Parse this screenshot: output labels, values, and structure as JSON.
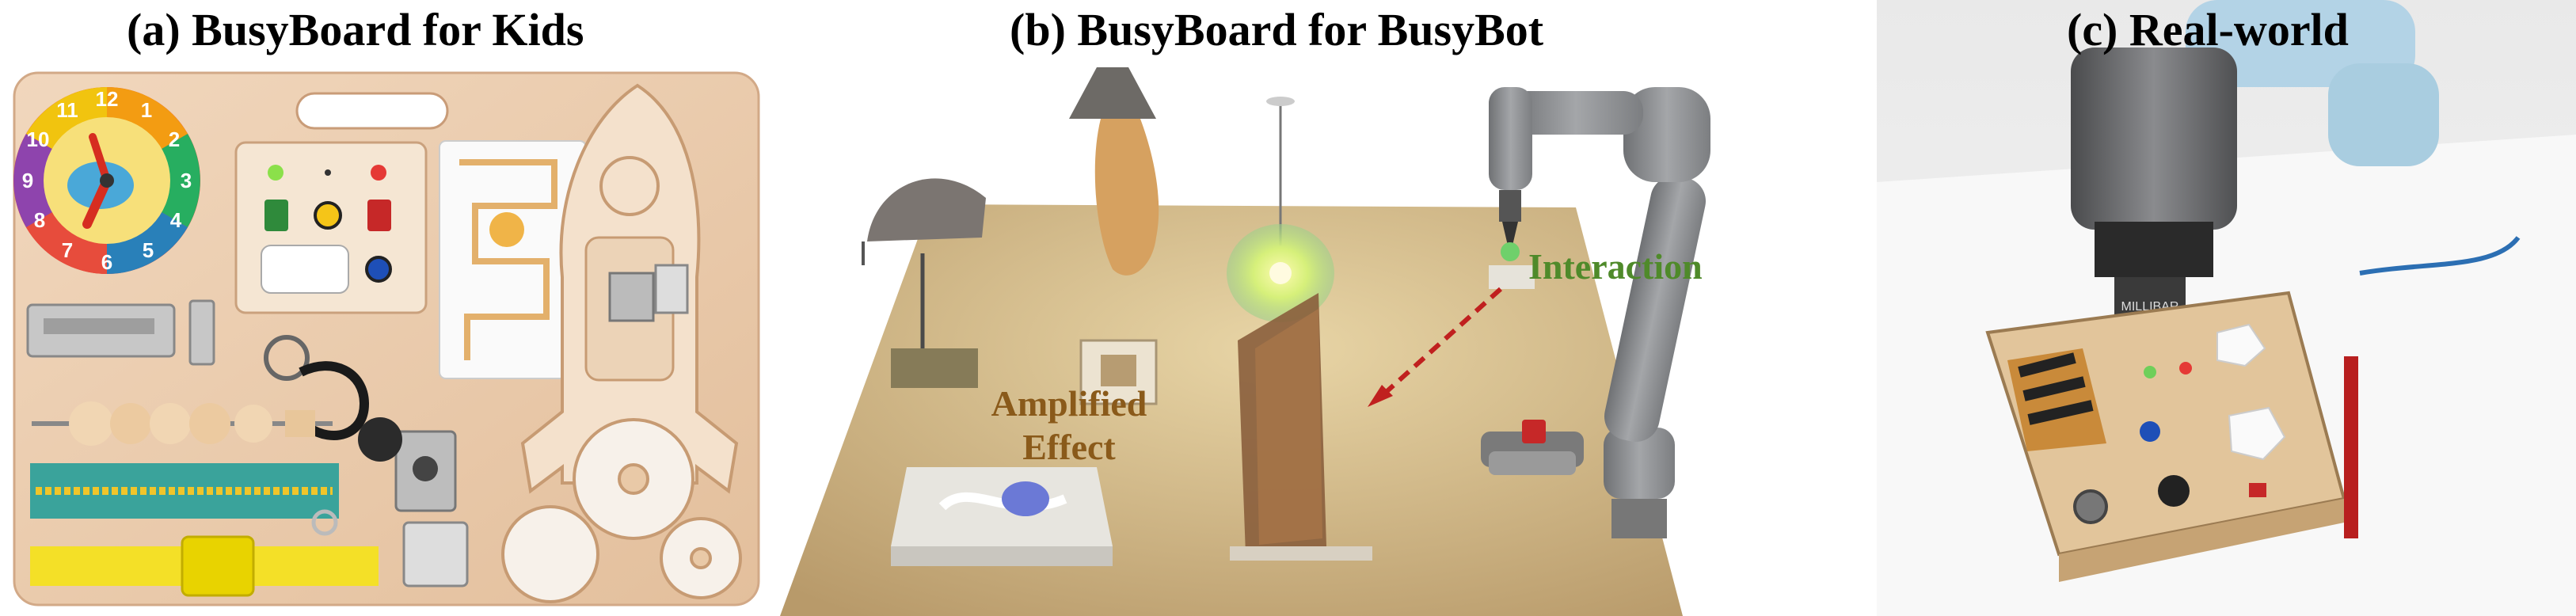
{
  "figure": {
    "panels": [
      {
        "title": "(a) BusyBoard for Kids"
      },
      {
        "title": "(b) BusyBoard for BusyBot",
        "annotations": {
          "interaction": "Interaction",
          "amplified_line1": "Amplified",
          "amplified_line2": "Effect"
        }
      },
      {
        "title": "(c) Real-world"
      }
    ],
    "clock_numbers": [
      "12",
      "1",
      "2",
      "3",
      "4",
      "5",
      "6",
      "7",
      "8",
      "9",
      "10",
      "11"
    ],
    "device_brand": "MILLIBAR",
    "colors": {
      "interaction_label": "#4f8a2a",
      "amplified_label": "#8a5a1a",
      "arrow": "#c0201f",
      "board_wood": "#e9c9a7",
      "table_wood": "#c9ad7e",
      "robot_grey": "#8d8f92",
      "gripper_blue": "#a9cde0"
    }
  }
}
